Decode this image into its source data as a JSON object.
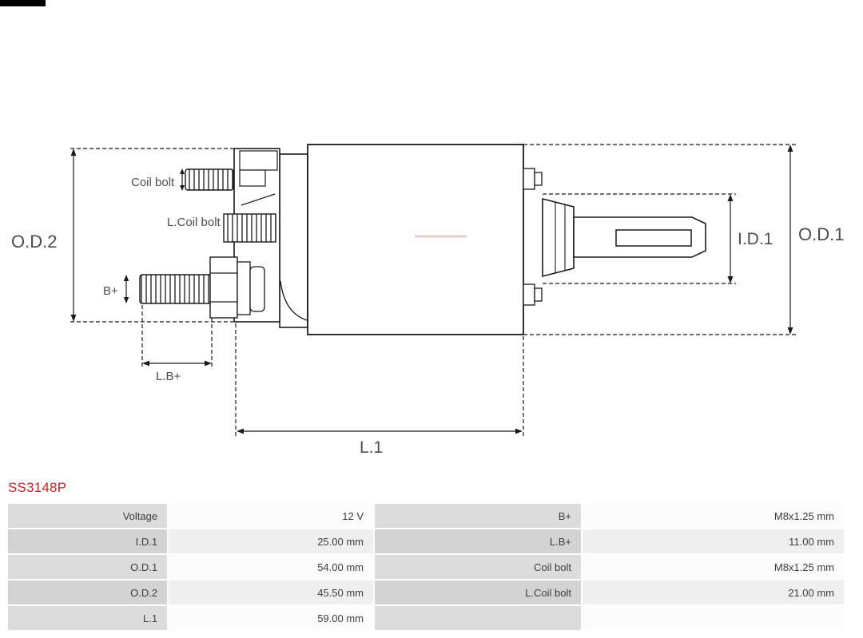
{
  "colors": {
    "accent_red": "#cc2222",
    "drawing_line": "#1a1a1a",
    "diagram_label_text": "#4d4d4d",
    "table_label_bg": "#dcdcdc",
    "table_value_bg": "#fcfcfc"
  },
  "diagram": {
    "labels": {
      "od2": "O.D.2",
      "od1": "O.D.1",
      "id1": "I.D.1",
      "l1": "L.1",
      "coil_bolt": "Coil bolt",
      "l_coil_bolt": "L.Coil bolt",
      "b_plus": "B+",
      "l_b_plus": "L.B+"
    }
  },
  "part": {
    "number": "SS3148P"
  },
  "spec_table": {
    "rows": [
      {
        "c0": "Voltage",
        "c1": "12 V",
        "c2": "B+",
        "c3": "M8x1.25 mm"
      },
      {
        "c0": "I.D.1",
        "c1": "25.00 mm",
        "c2": "L.B+",
        "c3": "11.00 mm"
      },
      {
        "c0": "O.D.1",
        "c1": "54.00 mm",
        "c2": "Coil bolt",
        "c3": "M8x1.25 mm"
      },
      {
        "c0": "O.D.2",
        "c1": "45.50 mm",
        "c2": "L.Coil bolt",
        "c3": "21.00 mm"
      },
      {
        "c0": "L.1",
        "c1": "59.00 mm",
        "c2": "",
        "c3": ""
      }
    ]
  }
}
